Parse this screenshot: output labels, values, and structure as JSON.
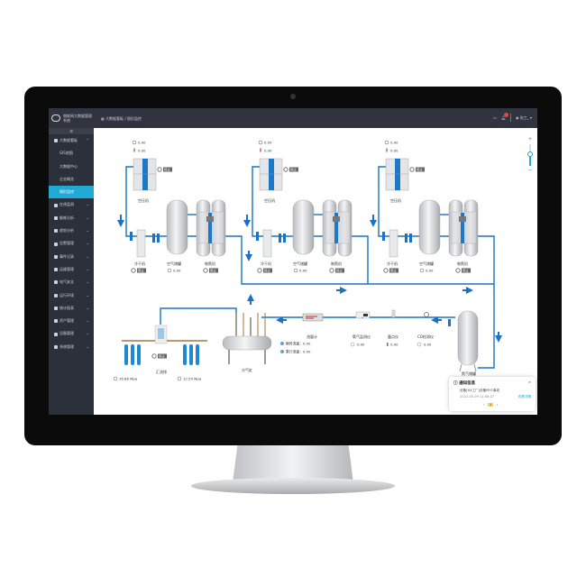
{
  "header": {
    "app_title": "物联网大数据管理系统",
    "breadcrumb_root": "大数据看板",
    "breadcrumb_sep": "/",
    "breadcrumb_current": "图形监控",
    "user_name": "张工_",
    "notification_count": "1"
  },
  "sidebar": {
    "collapse_label": "☰",
    "items": [
      {
        "label": "大数据看板",
        "expanded": true
      },
      {
        "label": "GIS地图",
        "sub": true
      },
      {
        "label": "大数据中心",
        "sub": true
      },
      {
        "label": "企业概览",
        "sub": true
      },
      {
        "label": "图形监控",
        "sub": true,
        "active": true
      },
      {
        "label": "在线监测"
      },
      {
        "label": "能耗分析"
      },
      {
        "label": "趋势分析"
      },
      {
        "label": "告警管理"
      },
      {
        "label": "事件记录"
      },
      {
        "label": "运维管理"
      },
      {
        "label": "电气安全"
      },
      {
        "label": "运行环境"
      },
      {
        "label": "统计报表"
      },
      {
        "label": "资产管理"
      },
      {
        "label": "设备管理"
      },
      {
        "label": "系统管理"
      }
    ]
  },
  "units": [
    {
      "pressure": "0.00",
      "temperature": "0.00",
      "compressor": "空压机",
      "compressor_status": "停止",
      "dryer": "冷干机",
      "dryer_status": "停止",
      "air_tank": "空气储罐",
      "air_tank_pressure": "0.00",
      "generator": "制氮机",
      "generator_status": "停止"
    },
    {
      "pressure": "0.00",
      "temperature": "0.00",
      "compressor": "空压机",
      "compressor_status": "停止",
      "dryer": "冷干机",
      "dryer_status": "停止",
      "air_tank": "空气储罐",
      "air_tank_pressure": "0.00",
      "generator": "制氮机",
      "generator_status": "停止"
    },
    {
      "pressure": "0.00",
      "temperature": "0.00",
      "compressor": "空压机",
      "compressor_status": "停止",
      "dryer": "冷干机",
      "dryer_status": "停止",
      "air_tank": "空气储罐",
      "air_tank_pressure": "0.00",
      "generator": "制氮机",
      "generator_status": "停止"
    }
  ],
  "bottom": {
    "flowmeter": "流量计",
    "instant_flow_label": "瞬时流量：",
    "instant_flow": "0.00",
    "total_flow_label": "累计流量：",
    "total_flow": "0.00",
    "oxygen": "氧气监测仪",
    "oxygen_value": "0.00",
    "dewpoint": "露点仪",
    "dewpoint_value": "0.00",
    "co": "CO检测仪",
    "co_value": "0.00",
    "nitrogen_tank": "氮气储罐",
    "distributor": "分气缸",
    "manifold": "汇流排",
    "manifold_status": "停止",
    "left_pressure": "16.88 Mpa",
    "right_pressure": "12.59 Mpa"
  },
  "notification": {
    "title": "通知信息",
    "message": "设备[XX工厂]设备MY1离线",
    "time": "2022-05-09 11:08:27",
    "link": "查看详情",
    "page": "1",
    "prev": "‹",
    "next": "›",
    "close": "×"
  },
  "zoom": {
    "plus": "+",
    "minus": "−"
  },
  "colors": {
    "pipe": "#1a73c2",
    "accent": "#1fa9d4",
    "sidebar": "#2c303a"
  }
}
